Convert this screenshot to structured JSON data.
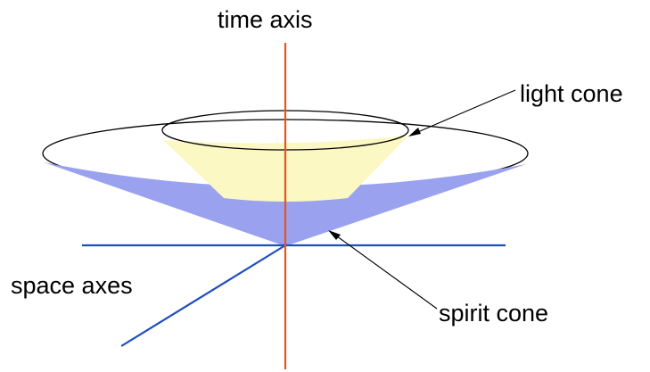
{
  "labels": {
    "time_axis": "time axis",
    "light_cone": "light cone",
    "space_axes": "space axes",
    "spirit_cone": "spirit cone"
  },
  "colors": {
    "time_axis": "#e8531e",
    "space_axes": "#1f4fbf",
    "light_cone_fill": "#fbf8c4",
    "spirit_cone_fill": "#9aa2ef",
    "outline": "#000000"
  }
}
